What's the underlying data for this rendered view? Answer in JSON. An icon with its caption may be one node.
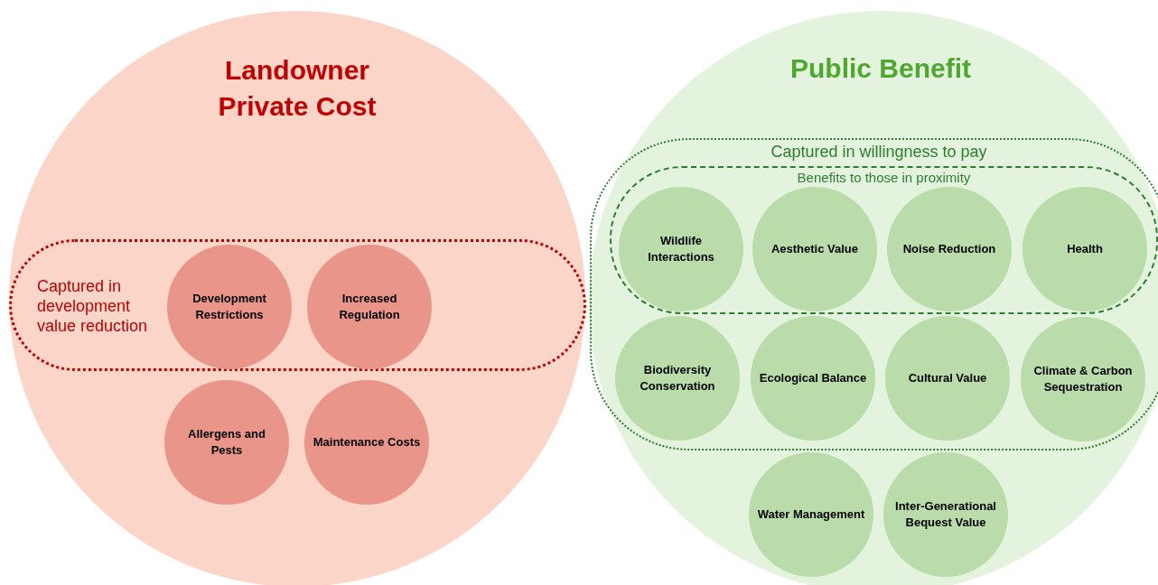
{
  "diagram": {
    "nodes": [
      {
        "text": [
          "Landowner Private Cost"
        ]
      },
      {
        "text": [
          "Captured in development value reduction"
        ],
        "in": 0
      },
      {
        "text": [
          "Development Restrictions"
        ],
        "in": 1
      },
      {
        "text": [
          "Increased Regulation"
        ],
        "in": 1
      },
      {
        "text": [
          "Allergens and Pests"
        ],
        "in": 0
      },
      {
        "text": [
          "Maintenance Costs"
        ],
        "in": 0
      },
      {
        "text": [
          "Public Benefit"
        ]
      },
      {
        "text": [
          "Captured in willingness to pay"
        ],
        "in": 6
      },
      {
        "text": [
          "Benefits to those in proximity"
        ],
        "in": 7
      },
      {
        "text": [
          "Wildlife Interactions"
        ],
        "in": 8
      },
      {
        "text": [
          "Aesthetic Value"
        ],
        "in": 8
      },
      {
        "text": [
          "Noise Reduction"
        ],
        "in": 8
      },
      {
        "text": [
          "Health"
        ],
        "in": 8
      },
      {
        "text": [
          "Biodiversity Conservation"
        ],
        "in": 7
      },
      {
        "text": [
          "Ecological Balance"
        ],
        "in": 7
      },
      {
        "text": [
          "Cultural Value"
        ],
        "in": 7
      },
      {
        "text": [
          "Climate & Carbon Sequestration"
        ],
        "in": 7
      },
      {
        "text": [
          "Water Management"
        ],
        "in": 6
      },
      {
        "text": [
          "Inter-Generational Bequest Value"
        ],
        "in": 6
      }
    ]
  }
}
